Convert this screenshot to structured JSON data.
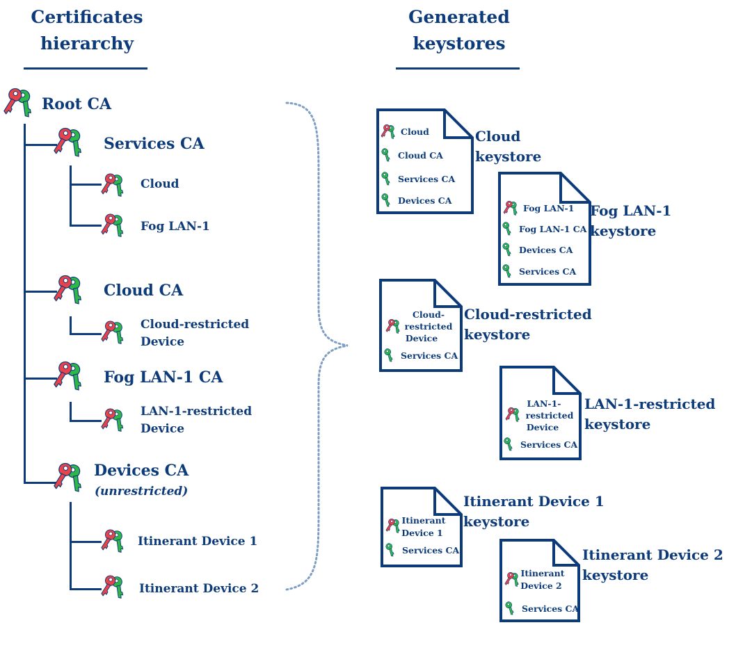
{
  "headers": {
    "left": "Certificates hierarchy",
    "right": "Generated keystores"
  },
  "tree": {
    "root": "Root CA",
    "services_ca": "Services CA",
    "cloud": "Cloud",
    "fog_lan1": "Fog LAN-1",
    "cloud_ca": "Cloud CA",
    "cloud_restricted_1": "Cloud-restricted",
    "cloud_restricted_2": "Device",
    "fog_lan1_ca": "Fog LAN-1 CA",
    "lan1_restricted_1": "LAN-1-restricted",
    "lan1_restricted_2": "Device",
    "devices_ca": "Devices CA",
    "devices_ca_note": "(unrestricted)",
    "itinerant1": "Itinerant Device 1",
    "itinerant2": "Itinerant Device 2"
  },
  "keystores": {
    "cloud": {
      "label_1": "Cloud",
      "label_2": "keystore",
      "entries": [
        "Cloud",
        "Cloud CA",
        "Services CA",
        "Devices CA"
      ]
    },
    "fog": {
      "label_1": "Fog LAN-1",
      "label_2": "keystore",
      "entries": [
        "Fog LAN-1",
        "Fog LAN-1 CA",
        "Devices CA",
        "Services CA"
      ]
    },
    "cloud_restricted": {
      "label_1": "Cloud-restricted",
      "label_2": "keystore",
      "entry_multi_1": "Cloud-",
      "entry_multi_2": "restricted",
      "entry_multi_3": "Device",
      "entry_last": "Services CA"
    },
    "lan1_restricted": {
      "label_1": "LAN-1-restricted",
      "label_2": "keystore",
      "entry_multi_1": "LAN-1-",
      "entry_multi_2": "restricted",
      "entry_multi_3": "Device",
      "entry_last": "Services CA"
    },
    "itinerant1": {
      "label_1": "Itinerant Device 1",
      "label_2": "keystore",
      "entry_multi_1": "Itinerant",
      "entry_multi_2": "Device 1",
      "entry_last": "Services CA"
    },
    "itinerant2": {
      "label_1": "Itinerant Device 2",
      "label_2": "keystore",
      "entry_multi_1": "Itinerant",
      "entry_multi_2": "Device 2",
      "entry_last": "Services CA"
    }
  },
  "colors": {
    "navy": "#0d3b7a",
    "key_red": "#e8424a",
    "key_green": "#2eb84a",
    "brace": "#7e9ec4"
  }
}
